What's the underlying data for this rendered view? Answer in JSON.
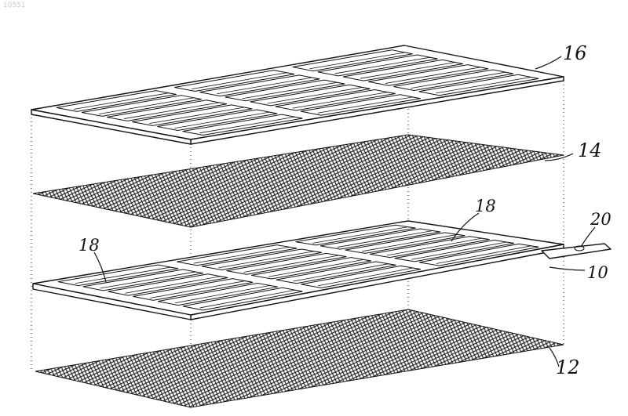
{
  "document": {
    "id": "10551"
  },
  "references": {
    "top_frame": "16",
    "upper_mesh": "14",
    "cells_left": "18",
    "cells_right": "18",
    "tab_hole": "20",
    "lower_frame": "10",
    "bottom_mesh": "12"
  }
}
